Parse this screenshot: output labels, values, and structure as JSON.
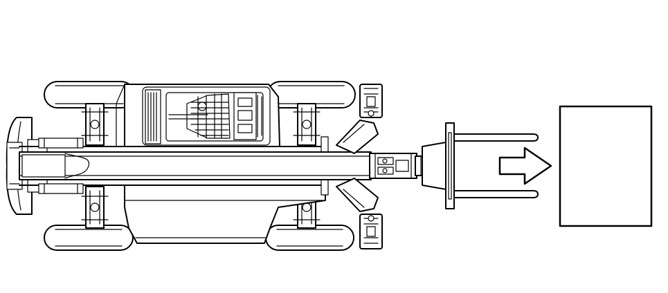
{
  "colors": {
    "line": "#000000",
    "background": "#ffffff"
  },
  "figure": {
    "subject": "telehandler-top-view",
    "target": "load-box",
    "motion": "arrow-right"
  }
}
